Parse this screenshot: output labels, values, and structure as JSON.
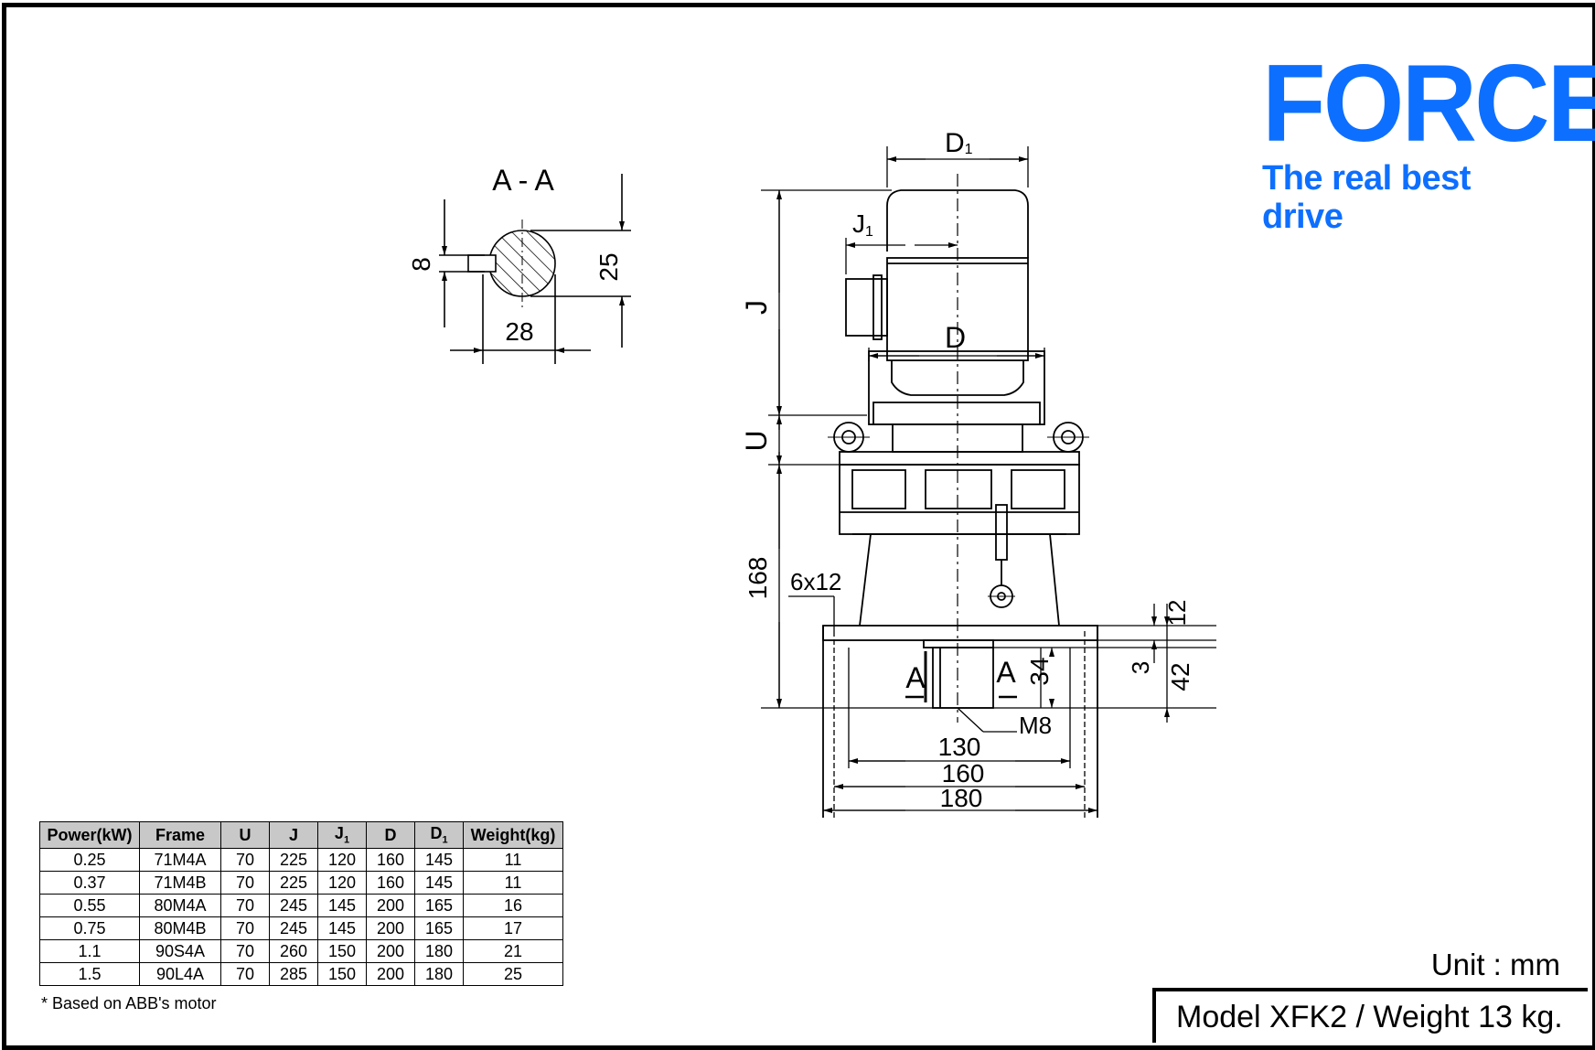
{
  "brand": {
    "name": "FORCE",
    "tagline": "The real best drive",
    "color": "#0d6fff"
  },
  "section": {
    "title": "A - A",
    "dims": {
      "key": "8",
      "shaft": "25",
      "width": "28"
    }
  },
  "dims": {
    "D1": "D",
    "D1_sub": "1",
    "J1": "J",
    "J1_sub": "1",
    "J": "J",
    "D": "D",
    "U": "U",
    "h168": "168",
    "holes": "6x12",
    "h12": "12",
    "h3": "3",
    "h42": "42",
    "h34": "34",
    "secA_left": "A",
    "secA_right": "A",
    "thread": "M8",
    "w130": "130",
    "w160": "160",
    "w180": "180"
  },
  "table": {
    "headers": [
      "Power(kW)",
      "Frame",
      "U",
      "J",
      "J",
      "D",
      "D",
      "Weight(kg)"
    ],
    "header_subs": [
      "",
      "",
      "",
      "",
      "1",
      "",
      "1",
      ""
    ],
    "rows": [
      [
        "0.25",
        "71M4A",
        "70",
        "225",
        "120",
        "160",
        "145",
        "11"
      ],
      [
        "0.37",
        "71M4B",
        "70",
        "225",
        "120",
        "160",
        "145",
        "11"
      ],
      [
        "0.55",
        "80M4A",
        "70",
        "245",
        "145",
        "200",
        "165",
        "16"
      ],
      [
        "0.75",
        "80M4B",
        "70",
        "245",
        "145",
        "200",
        "165",
        "17"
      ],
      [
        "1.1",
        "90S4A",
        "70",
        "260",
        "150",
        "200",
        "180",
        "21"
      ],
      [
        "1.5",
        "90L4A",
        "70",
        "285",
        "150",
        "200",
        "180",
        "25"
      ]
    ]
  },
  "footnote": "* Based on ABB's motor",
  "unit": "Unit : mm",
  "model": "Model XFK2 / Weight 13 kg."
}
